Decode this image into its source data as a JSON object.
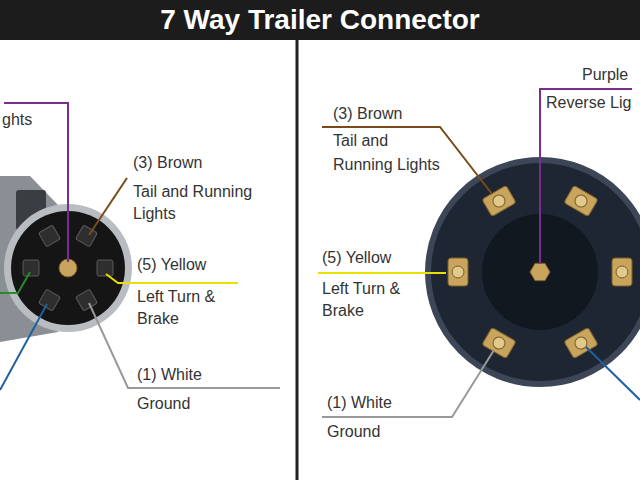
{
  "diagram": {
    "title": "7 Way Trailer Connector",
    "labels": [
      "ghts",
      "(3) Brown",
      "Tail and Running Lights",
      "(5) Yellow",
      "Left Turn & Brake",
      "(1) White",
      "Ground",
      "Purple",
      "Reverse Lig",
      "(3) Brown",
      "Tail and Running Lights",
      "(5) Yellow",
      "Left Turn & Brake",
      "(1) White",
      "Ground"
    ]
  }
}
